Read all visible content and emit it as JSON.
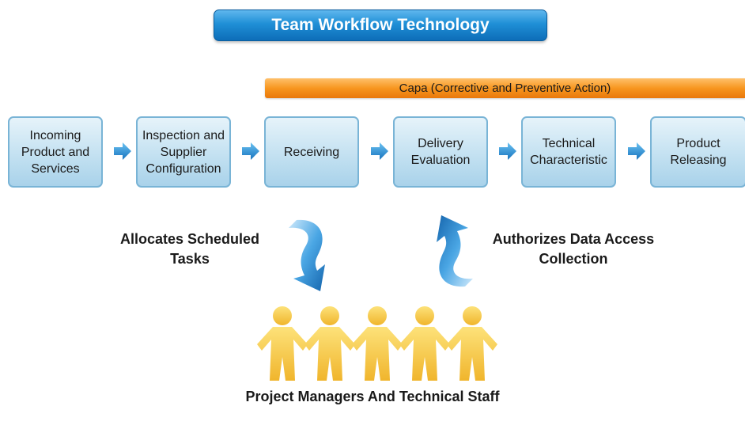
{
  "title": "Team Workflow Technology",
  "capa_label": "Capa (Corrective and Preventive Action)",
  "steps": [
    {
      "label": "Incoming Product and Services"
    },
    {
      "label": "Inspection and Supplier Configuration"
    },
    {
      "label": "Receiving"
    },
    {
      "label": "Delivery Evaluation"
    },
    {
      "label": "Technical Characteristic"
    },
    {
      "label": "Product Releasing"
    }
  ],
  "left_label": "Allocates Scheduled Tasks",
  "right_label": "Authorizes Data Access Collection",
  "people_label": "Project Managers And Technical Staff",
  "icons": {
    "flow_arrow": "right-arrow-icon",
    "allocate_arrow": "curved-arrow-down-icon",
    "authorize_arrow": "curved-arrow-up-icon",
    "people": "people-chain-icon"
  },
  "colors": {
    "title_blue": "#1f8fd6",
    "capa_orange": "#f7961f",
    "step_fill": "#c3e1f1",
    "step_border": "#79b4d6",
    "arrow_blue": "#2a8fd4",
    "people_yellow": "#f7c94a"
  }
}
